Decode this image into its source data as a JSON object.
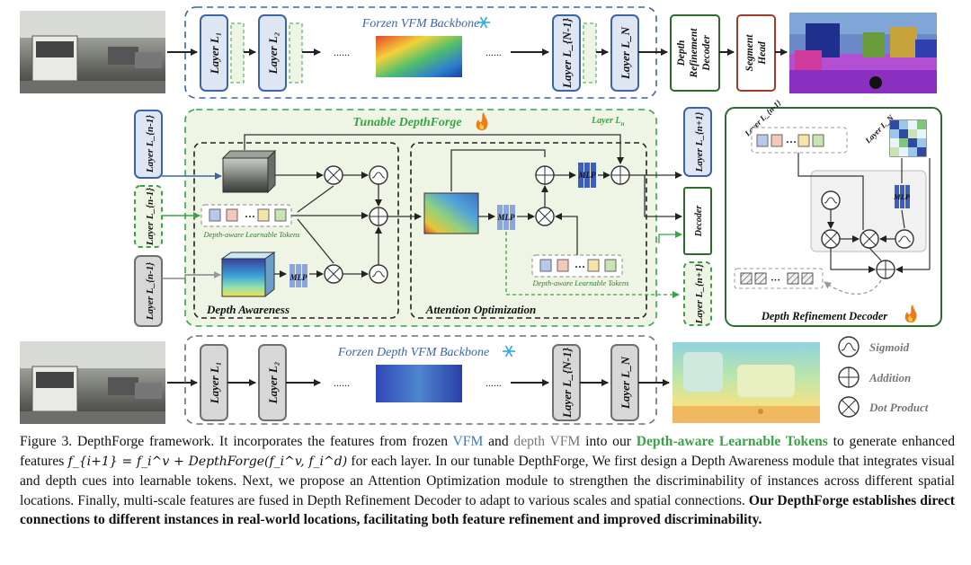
{
  "figure": {
    "frozen_vfm_title": "Forzen VFM Backbone",
    "frozen_depth_title": "Forzen Depth VFM Backbone",
    "tunable_title": "Tunable DepthForge",
    "layer_ln_label": "Layer L",
    "layer_ln_sub": "n",
    "depth_awareness_title": "Depth Awareness",
    "attention_optimization_title": "Attention Optimization",
    "depth_refinement_title": "Depth Refinement Decoder",
    "token_caption": "Depth-aware Learnable Tokens",
    "mlp": "MLP",
    "dots": "......",
    "decoder": "Decoder",
    "depth_refinement_decoder_lines": [
      "Depth",
      "Refinement",
      "Decoder"
    ],
    "segment_head_lines": [
      "Segment",
      "Head"
    ],
    "layers": {
      "l1": "Layer L₁",
      "l2": "Layer L₂",
      "ln1": "Layer L_{N-1}",
      "ln": "Layer L_N",
      "ln_minus1": "Layer L_{n-1}",
      "ln_plus1": "Layer L_{n+1}"
    },
    "legend": {
      "sigmoid": "Sigmoid",
      "addition": "Addition",
      "dot_product": "Dot Product"
    }
  },
  "caption": {
    "p1": "Figure 3. DepthForge framework. It incorporates the features from frozen ",
    "vfm": "VFM",
    "p2": " and ",
    "depth_vfm": "depth VFM",
    "p3": " into our ",
    "dlt": "Depth-aware Learnable Tokens",
    "p4": " to generate enhanced features ",
    "formula": "f_{i+1} = f_i^v + DepthForge(f_i^v, f_i^d)",
    "p5": " for each layer. In our tunable DepthForge, We first design a Depth Awareness module that integrates visual and depth cues into learnable tokens. Next, we propose an Attention Optimization module to strengthen the discriminability of instances across different spatial locations. Finally, multi-scale features are fused in Depth Refinement Decoder to adapt to various scales and spatial connections. ",
    "bold": "Our DepthForge establishes direct connections to different instances in real-world locations, facilitating both feature refinement and improved discriminability."
  },
  "colors": {
    "blue": "#3a66a8",
    "blue_fill": "#dfe6f3",
    "green": "#3aa346",
    "green_fill": "#eef5e4",
    "gray": "#6f6f6f",
    "gray_fill": "#d7d7d7",
    "darkgreen": "#2e6b2e",
    "red": "#a33b2b"
  }
}
